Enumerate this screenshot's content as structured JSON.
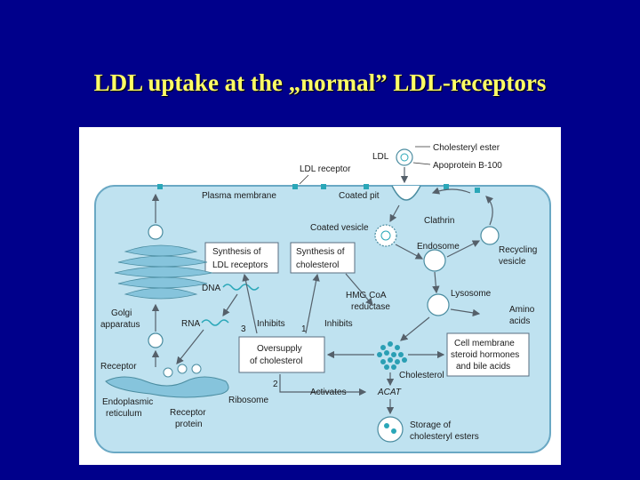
{
  "slide": {
    "title": "LDL uptake at the „normal” LDL-receptors"
  },
  "diagram": {
    "labels": {
      "ldl": "LDL",
      "cholesteryl_ester": "Cholesteryl ester",
      "apoprotein": "Apoprotein B-100",
      "ldl_receptor": "LDL receptor",
      "plasma_membrane": "Plasma membrane",
      "coated_pit": "Coated pit",
      "clathrin": "Clathrin",
      "coated_vesicle": "Coated vesicle",
      "endosome": "Endosome",
      "recycling_vesicle_1": "Recycling",
      "recycling_vesicle_2": "vesicle",
      "lysosome": "Lysosome",
      "amino_acids_1": "Amino",
      "amino_acids_2": "acids",
      "synth_receptors_1": "Synthesis of",
      "synth_receptors_2": "LDL receptors",
      "synth_chol_1": "Synthesis of",
      "synth_chol_2": "cholesterol",
      "hmg_1": "HMG CoA",
      "hmg_2": "reductase",
      "dna": "DNA",
      "rna": "RNA",
      "inhibits_3": "Inhibits",
      "inhibits_1": "Inhibits",
      "num_1": "1",
      "num_2": "2",
      "num_3": "3",
      "golgi_1": "Golgi",
      "golgi_2": "apparatus",
      "receptor": "Receptor",
      "er_1": "Endoplasmic",
      "er_2": "reticulum",
      "ribosome": "Ribosome",
      "receptor_protein_1": "Receptor",
      "receptor_protein_2": "protein",
      "oversupply_1": "Oversupply",
      "oversupply_2": "of cholesterol",
      "activates": "Activates",
      "acat": "ACAT",
      "cholesterol": "Cholesterol",
      "cell_membrane_1": "Cell membrane",
      "cell_membrane_2": "steroid hormones",
      "cell_membrane_3": "and bile acids",
      "storage_1": "Storage of",
      "storage_2": "cholesteryl esters"
    },
    "colors": {
      "cell": "#bfe2f0",
      "cell_stroke": "#6aa8c4",
      "receptor": "#2aa7b8",
      "golgi": "#86c4dc"
    }
  }
}
